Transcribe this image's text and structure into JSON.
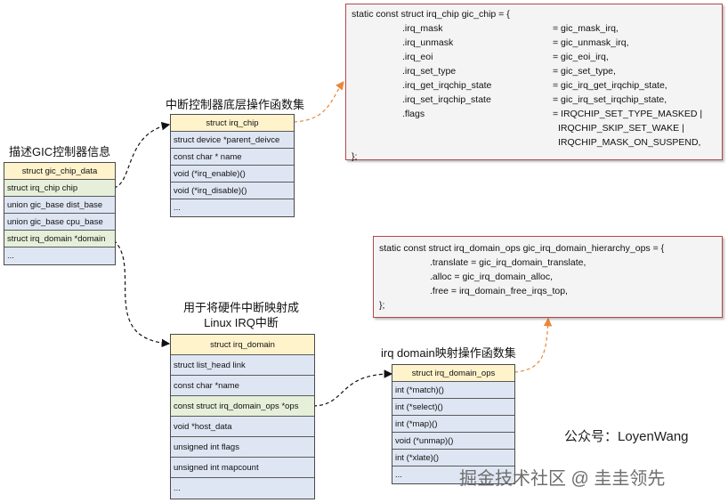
{
  "labels": {
    "gic_desc": "描述GIC控制器信息",
    "irq_chip_desc": "中断控制器底层操作函数集",
    "domain_desc_line1": "用于将硬件中断映射成",
    "domain_desc_line2": "Linux IRQ中断",
    "domain_ops_desc": "irq domain映射操作函数集"
  },
  "gic_chip_data": {
    "header": "struct gic_chip_data",
    "rows": [
      "struct irq_chip chip",
      "union gic_base dist_base",
      "union gic_base cpu_base",
      "struct irq_domain *domain",
      "..."
    ]
  },
  "irq_chip": {
    "header": "struct irq_chip",
    "rows": [
      "struct device *parent_deivce",
      "const char * name",
      "void (*irq_enable)()",
      "void (*irq_disable)()",
      "..."
    ]
  },
  "irq_domain": {
    "header": "struct irq_domain",
    "rows": [
      "struct list_head link",
      "const char *name",
      "const struct irq_domain_ops *ops",
      "void *host_data",
      "unsigned int flags",
      "unsigned int mapcount",
      "..."
    ]
  },
  "irq_domain_ops": {
    "header": "struct irq_domain_ops",
    "rows": [
      "int (*match)()",
      "int (*select)()",
      "int (*map)()",
      "void (*unmap)()",
      "int (*xlate)()",
      "..."
    ]
  },
  "gic_chip_code": {
    "first": "static const struct irq_chip gic_chip = {",
    "pairs": [
      [
        ".irq_mask",
        "= gic_mask_irq,"
      ],
      [
        ".irq_unmask",
        "= gic_unmask_irq,"
      ],
      [
        ".irq_eoi",
        "= gic_eoi_irq,"
      ],
      [
        ".irq_set_type",
        "= gic_set_type,"
      ],
      [
        ".irq_get_irqchip_state",
        "= gic_irq_get_irqchip_state,"
      ],
      [
        ".irq_set_irqchip_state",
        "= gic_irq_set_irqchip_state,"
      ],
      [
        ".flags",
        "= IRQCHIP_SET_TYPE_MASKED |"
      ],
      [
        "",
        "IRQCHIP_SKIP_SET_WAKE |"
      ],
      [
        "",
        "IRQCHIP_MASK_ON_SUSPEND,"
      ]
    ],
    "last": "};"
  },
  "domain_ops_code": {
    "lines": [
      "static const struct irq_domain_ops gic_irq_domain_hierarchy_ops = {",
      ".translate = gic_irq_domain_translate,",
      ".alloc = gic_irq_domain_alloc,",
      ".free = irq_domain_free_irqs_top,",
      "};"
    ]
  },
  "credit": "公众号：LoyenWang",
  "watermark": "掘金技术社区 @ 圭圭领先",
  "colors": {
    "header_fill": "#fff3cc",
    "row_fill": "#dfe6f3",
    "highlight_fill": "#e6efd9",
    "code_border": "#b54848",
    "orange_arrow": "#e8873a"
  }
}
